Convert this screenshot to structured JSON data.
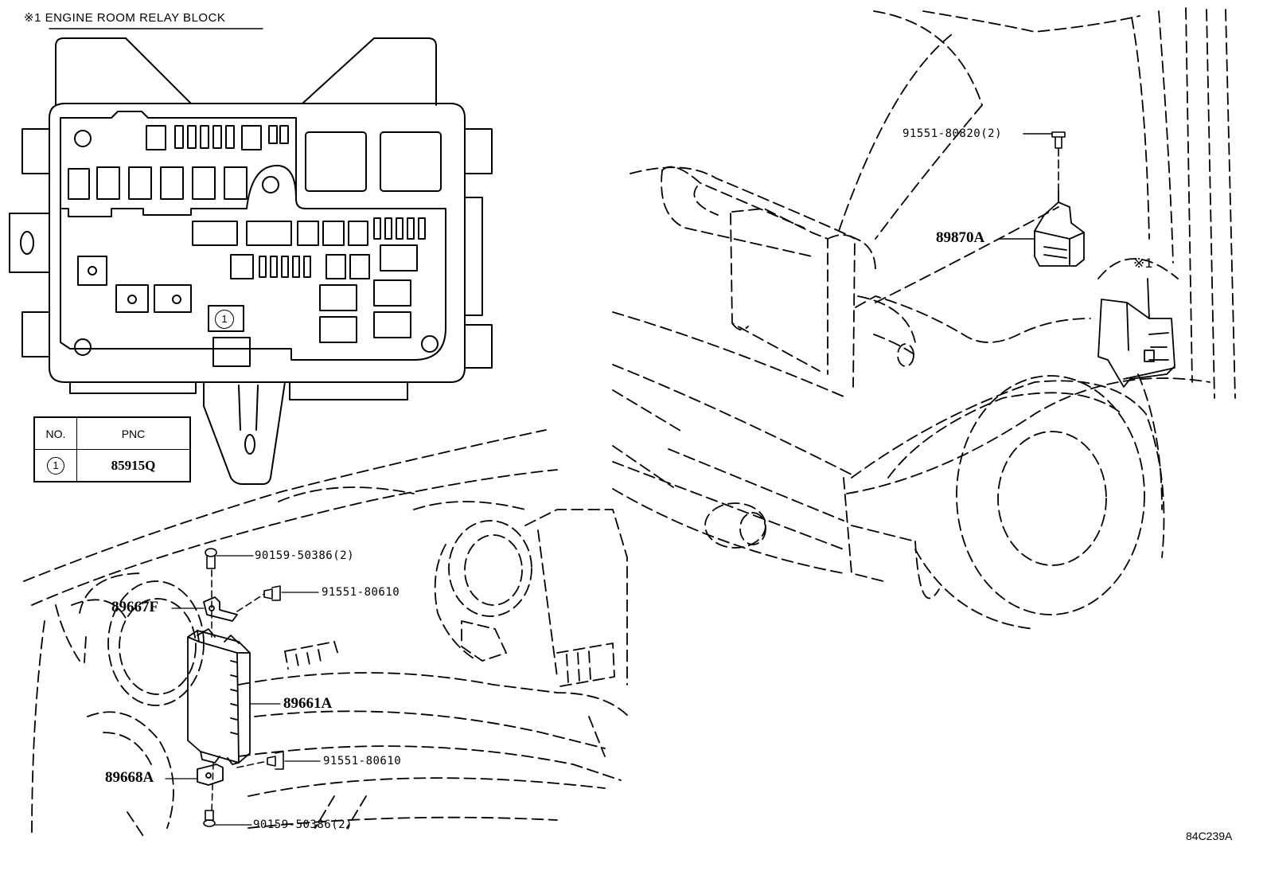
{
  "relay_block": {
    "title": "※1 ENGINE ROOM RELAY BLOCK",
    "callout": "1"
  },
  "pnc_table": {
    "headers": [
      "NO.",
      "PNC"
    ],
    "rows": [
      {
        "no": "1",
        "pnc": "85915Q"
      }
    ]
  },
  "parts": {
    "p89870A": "89870A",
    "bolt_91551_80820": "91551-80820(2)",
    "ref_mark": "※1",
    "p89667F": "89667F",
    "p89661A": "89661A",
    "p89668A": "89668A",
    "bolt_90159_top": "90159-50386(2)",
    "bolt_91551_top": "91551-80610",
    "bolt_91551_bottom": "91551-80610",
    "bolt_90159_bottom": "90159-50386(2)"
  },
  "figure_id": "84C239A"
}
